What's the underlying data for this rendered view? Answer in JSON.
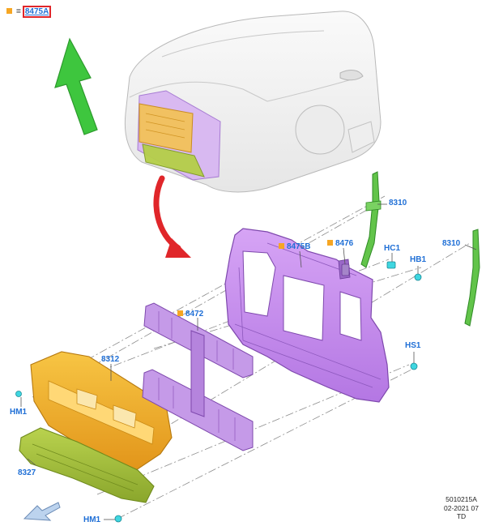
{
  "legend": {
    "marker": "■",
    "equals": "=",
    "code": "8475A"
  },
  "callouts": {
    "c8310_top": "8310",
    "c8310_right": "8310",
    "c8475B": "8475B",
    "c8476": "8476",
    "cHC1": "HC1",
    "cHB1": "HB1",
    "c8472": "8472",
    "cHS1": "HS1",
    "c8312": "8312",
    "cHM1_left": "HM1",
    "c8327": "8327",
    "cHM1_bottom": "HM1"
  },
  "stamp": {
    "line1": "5010215A",
    "line2": "02-2021 07",
    "line3": "TD"
  },
  "colors": {
    "purple": "#c98cf0",
    "orange": "#f5b52a",
    "olive": "#a5c23c",
    "green": "#3ec63e",
    "red": "#e0262a",
    "cyan": "#3fd6e0",
    "callout_blue": "#1f6fd6"
  },
  "icons": [
    "green-pointer-arrow",
    "red-curved-arrow",
    "front-direction-arrow"
  ]
}
